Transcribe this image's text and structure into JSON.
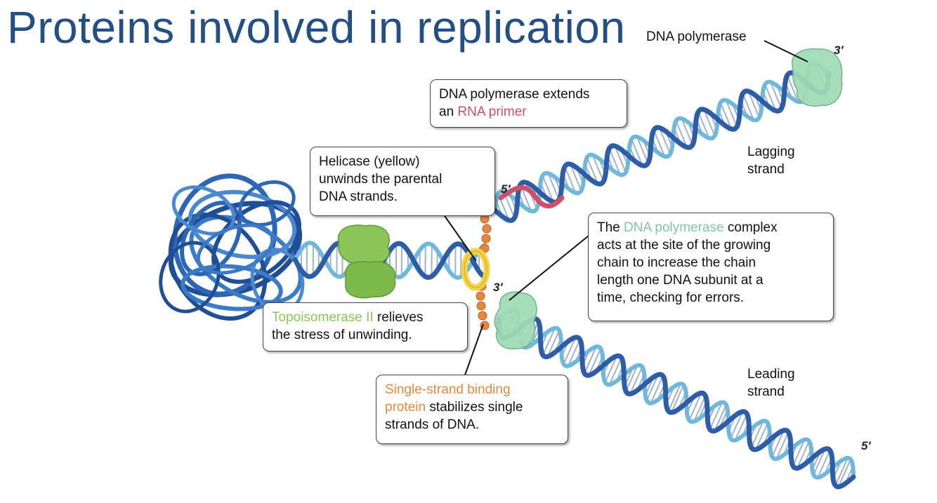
{
  "title": "Proteins involved in replication",
  "labels": {
    "dna_polymerase": "DNA polymerase",
    "lagging": [
      "Lagging",
      "strand"
    ],
    "leading": [
      "Leading",
      "strand"
    ],
    "end_5_top": "5′",
    "end_3_top": "3′",
    "end_3_mid": "3′",
    "end_5_bottom": "5′"
  },
  "callouts": {
    "primer": {
      "l1a": "DNA polymerase extends",
      "l2a": "an ",
      "l2b": "RNA primer"
    },
    "helicase": {
      "l1": "Helicase (yellow)",
      "l2": "unwinds the parental",
      "l3": "DNA strands."
    },
    "topo": {
      "l1a": "Topoisomerase II",
      "l1b": " relieves",
      "l2": "the stress of unwinding."
    },
    "complex": {
      "l1a": "The ",
      "l1b": "DNA polymerase",
      "l1c": " complex",
      "l2": "acts at the site of the growing",
      "l3": "chain to increase the chain",
      "l4": "length one DNA subunit at a",
      "l5": "time, checking for errors."
    },
    "ssb": {
      "l1": "Single-strand binding",
      "l2a": "protein",
      "l2b": " stabilizes single",
      "l3": "strands of DNA."
    }
  },
  "colors": {
    "title": "#234e86",
    "helix_dark": "#2e5da8",
    "helix_light": "#6fb8dc",
    "rna_primer": "#cf4f6b",
    "topoisomerase": "#8cc45a",
    "polymerase": "#9fdcb4",
    "helicase": "#f5d545",
    "ssb": "#e7873a"
  }
}
